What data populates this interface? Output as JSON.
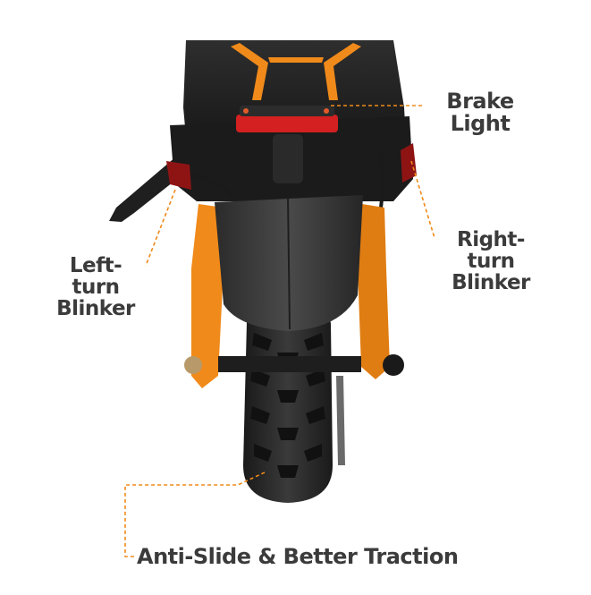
{
  "labels": {
    "brake_light": [
      "Brake",
      "Light"
    ],
    "right_turn_blinker": [
      "Right-turn",
      "Blinker"
    ],
    "left_turn_blinker": [
      "Left-turn",
      "Blinker"
    ],
    "traction": "Anti-Slide & Better Traction"
  },
  "colors": {
    "accent_orange": "#f08a1a",
    "label_text": "#3b3b3b",
    "tire": "#2a2a2a",
    "body_dark": "#1e1e1e",
    "fender": "#3a3a3a",
    "brake_red": "#d42020",
    "background": "#ffffff"
  }
}
